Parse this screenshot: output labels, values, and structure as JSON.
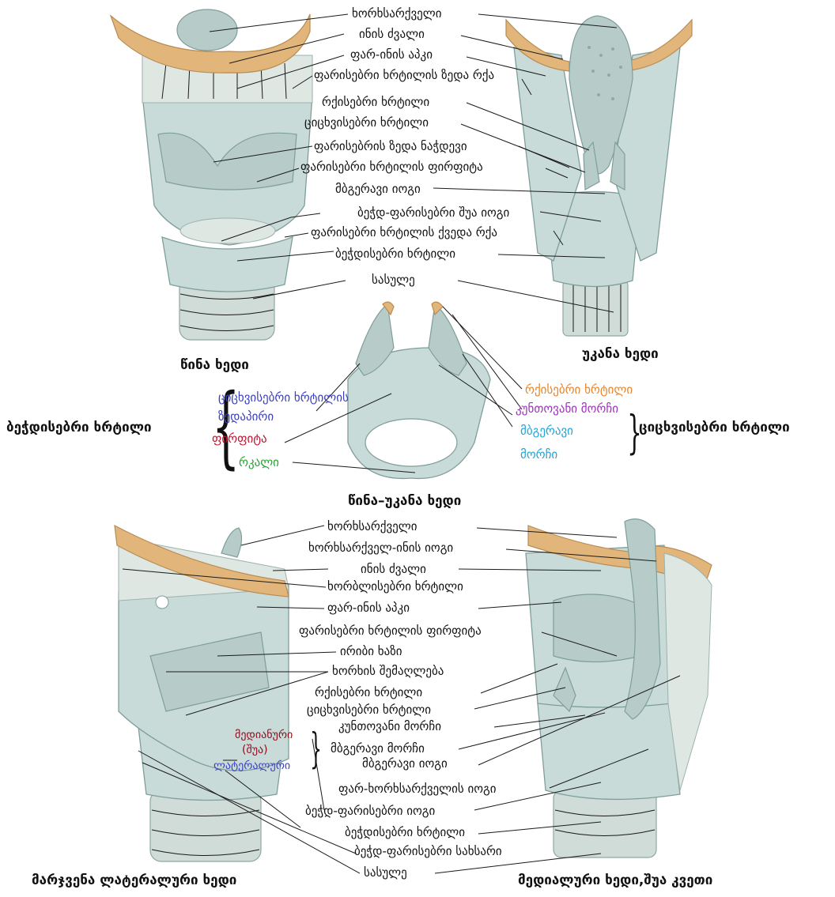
{
  "views": {
    "anterior": "წინა ხედი",
    "posterior": "უკანა ხედი",
    "anteroposterior": "წინა–უკანა ხედი",
    "right_lateral": "მარჯვენა ლატერალური ხედი",
    "medial": "მედიალური ხედი,შუა კვეთი"
  },
  "top_labels": [
    "ხორხსარქველი",
    "ინის ძვალი",
    "ფარ-ინის აპკი",
    "ფარისებრი ხრტილის ზედა რქა",
    "რქისებრი ხრტილი",
    "ციცხვისებრი ხრტილი",
    "ფარისებრის ზედა ნაჭდევი",
    "ფარისებრი ხრტილის ფირფიტა",
    "მბგერავი იოგი",
    "ბეჭდ-ფარისებრი შუა იოგი",
    "ფარისებრი ხრტილის ქვედა რქა",
    "ბეჭდისებრი ხრტილი",
    "სასულე"
  ],
  "middle": {
    "left_group_title": "ბეჭდისებრი ხრტილი",
    "left_items": [
      "ციცხვისებრი ხრტილის",
      "ზედაპირი",
      "ფირფიტა",
      "რკალი"
    ],
    "right_items": [
      "რქისებრი ხრტილი",
      "კუნთოვანი მორჩი",
      "მბგერავი",
      "მორჩი"
    ],
    "right_group_title": "ციცხვისებრი ხრტილი"
  },
  "bottom_labels": [
    "ხორხსარქველი",
    "ხორხსარქველ-ინის იოგი",
    "ინის ძვალი",
    "ხორბლისებრი ხრტილი",
    "ფარ-ინის აპკი",
    "ფარისებრი ხრტილის ფირფიტა",
    "ირიბი ხაზი",
    "ხორხის შემაღლება",
    "რქისებრი ხრტილი",
    "ციცხვისებრი ხრტილი",
    "კუნთოვანი მორჩი",
    "მბგერავი მორჩი",
    "მბგერავი იოგი",
    "ფარ-ხორხსარქველის იოგი",
    "ბეჭდ-ფარისებრი იოგი",
    "ბეჭდისებრი ხრტილი",
    "ბეჭდ-ფარისებრი სახსარი",
    "სასულე"
  ],
  "bottom_side_labels": {
    "medial_part": "მედიანური",
    "medial_paren": "(შუა)",
    "lateral_part": "ლატერალური"
  },
  "colors": {
    "bone": "#e2b57a",
    "cartilage": "#c9dbd8",
    "blue": "#3b3fbf",
    "red": "#c0112e",
    "green": "#26a32e",
    "orange": "#e8842a",
    "purple": "#9b33b8",
    "cyan": "#1fa6d9"
  }
}
